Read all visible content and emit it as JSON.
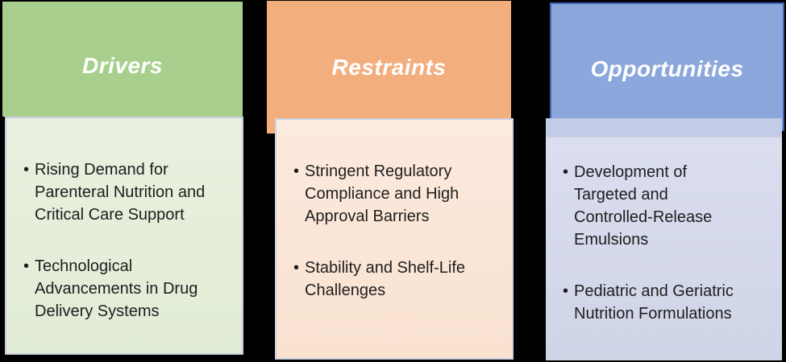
{
  "diagram": {
    "background_color": "#000000",
    "text_color": "#1e1e1e",
    "title_color": "#ffffff",
    "columns": [
      {
        "title": "Drivers",
        "items": [
          "Rising Demand for\nParenteral Nutrition and\nCritical Care Support",
          "Technological\nAdvancements in Drug\nDelivery Systems"
        ],
        "colors": {
          "header": "#a8cf8e",
          "body_top": "#e9f0e0",
          "body_bottom": "#e1ecd5",
          "body_border": "#c9cedf"
        }
      },
      {
        "title": "Restraints",
        "items": [
          "Stringent Regulatory\nCompliance and High\nApproval Barriers",
          "Stability and Shelf-Life\nChallenges"
        ],
        "colors": {
          "header": "#f3ae7e",
          "body_top": "#fceade",
          "body_bottom": "#f9e2d0",
          "body_border": "#ced2e3"
        }
      },
      {
        "title": "Opportunities",
        "items": [
          "Development of\nTargeted and\nControlled-Release\nEmulsions",
          "Pediatric and Geriatric\nNutrition Formulations"
        ],
        "colors": {
          "header": "#8ba7db",
          "header_border": "#4064ae",
          "band": "#c3cce6",
          "body_top": "#dadeef",
          "body_bottom": "#cfd4e7"
        }
      }
    ]
  }
}
